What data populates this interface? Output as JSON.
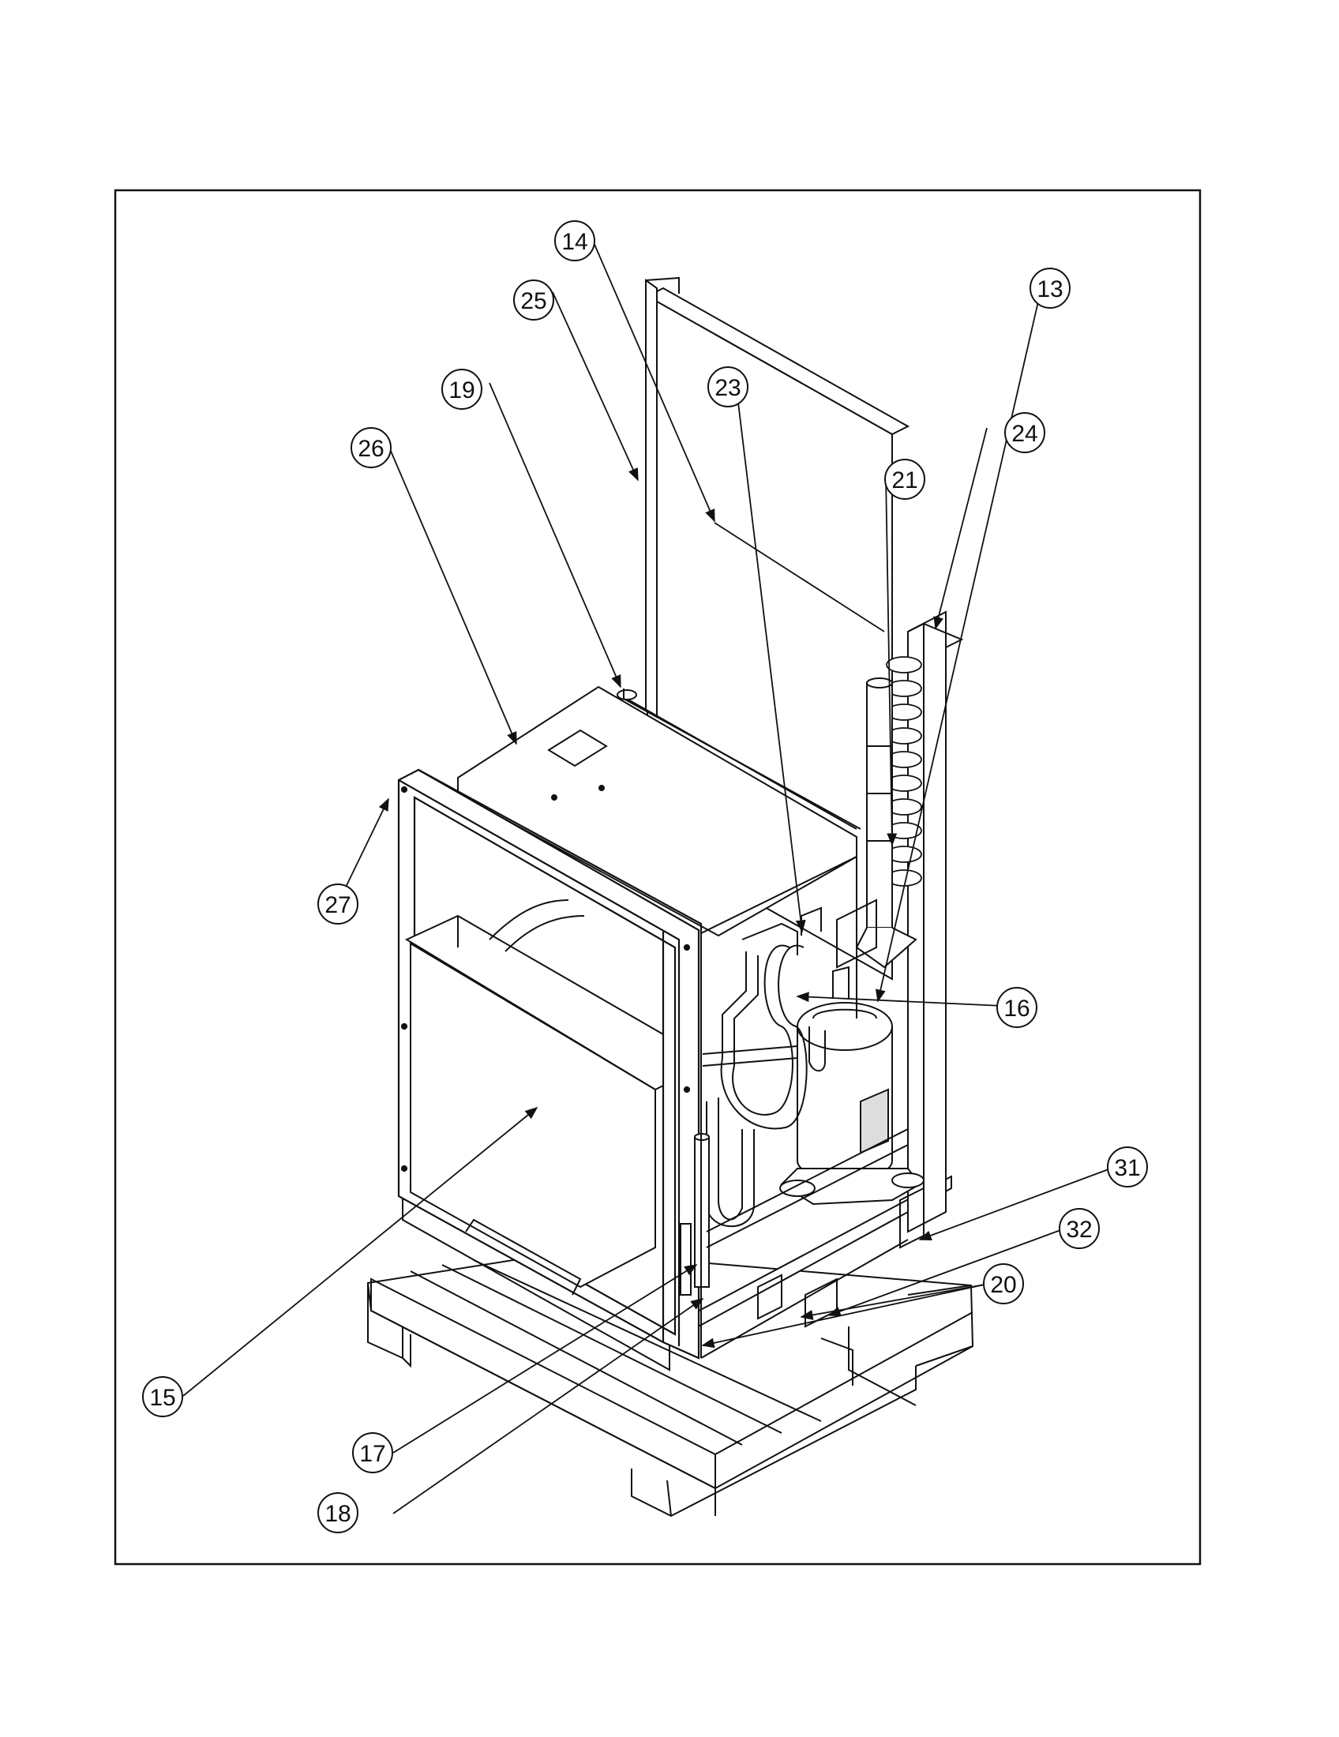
{
  "diagram": {
    "callouts": [
      {
        "id": "c14",
        "label": "14"
      },
      {
        "id": "c25",
        "label": "25"
      },
      {
        "id": "c19",
        "label": "19"
      },
      {
        "id": "c23",
        "label": "23"
      },
      {
        "id": "c26",
        "label": "26"
      },
      {
        "id": "c24",
        "label": "24"
      },
      {
        "id": "c21",
        "label": "21"
      },
      {
        "id": "c13",
        "label": "13"
      },
      {
        "id": "c27",
        "label": "27"
      },
      {
        "id": "c16",
        "label": "16"
      },
      {
        "id": "c31",
        "label": "31"
      },
      {
        "id": "c32",
        "label": "32"
      },
      {
        "id": "c20",
        "label": "20"
      },
      {
        "id": "c15",
        "label": "15"
      },
      {
        "id": "c17",
        "label": "17"
      },
      {
        "id": "c18",
        "label": "18"
      }
    ]
  }
}
